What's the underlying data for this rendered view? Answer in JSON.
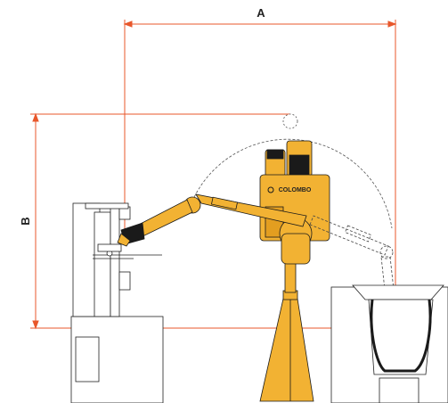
{
  "dimensions": {
    "a_label": "A",
    "b_label": "B"
  },
  "robot": {
    "brand_label": "COLOMBO"
  },
  "colors": {
    "dimension_line": "#e8572b",
    "robot_body": "#f2b233",
    "robot_outline": "#1a1a1a",
    "reach_arc": "#555555",
    "ladle_inner": "#6a6a6a"
  }
}
